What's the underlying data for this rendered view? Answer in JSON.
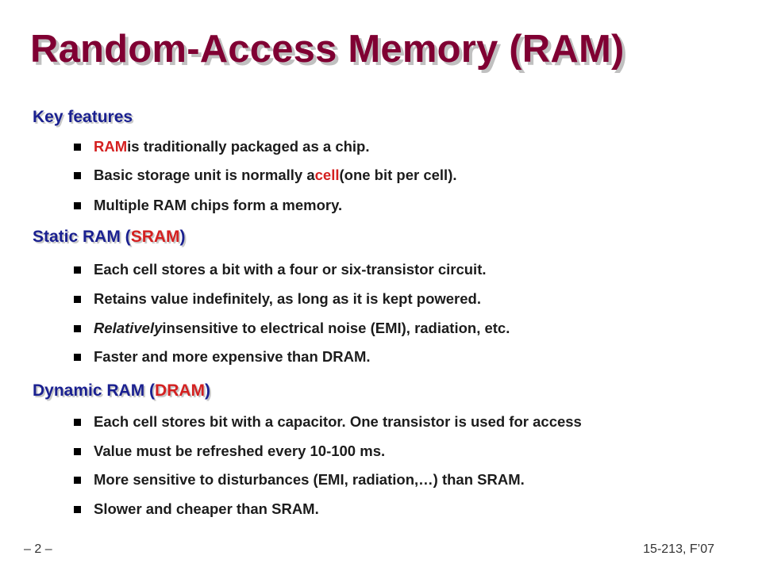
{
  "slide": {
    "title": "Random-Access Memory (RAM)",
    "key_features": {
      "heading": "Key features",
      "bullets": {
        "b1_hl": "RAM",
        "b1_rest": " is traditionally packaged as a chip.",
        "b2_pre": "Basic storage unit is normally a ",
        "b2_hl": "cell",
        "b2_post": " (one bit per cell).",
        "b3": "Multiple RAM chips form a memory."
      }
    },
    "sram": {
      "heading_pre": "Static RAM (",
      "heading_hl": "SRAM",
      "heading_post": ")",
      "bullets": {
        "b1": "Each cell stores a bit with a four or six-transistor circuit.",
        "b2": "Retains value indefinitely, as long as it is kept powered.",
        "b3_it": "Relatively",
        "b3_rest": " insensitive to electrical noise (EMI), radiation, etc.",
        "b4": "Faster and more expensive than DRAM."
      }
    },
    "dram": {
      "heading_pre": "Dynamic RAM (",
      "heading_hl": "DRAM",
      "heading_post": ")",
      "bullets": {
        "b1": "Each cell stores bit with a capacitor. One transistor is used for access",
        "b2": "Value must be refreshed every 10-100 ms.",
        "b3": "More sensitive to disturbances (EMI, radiation,…) than SRAM.",
        "b4": "Slower and cheaper than SRAM."
      }
    },
    "footer": {
      "page": "– 2 –",
      "course": "15-213, F’07"
    },
    "colors": {
      "title": "#800033",
      "heading": "#1a2090",
      "highlight": "#d42020",
      "body_text": "#1c1c1c"
    }
  }
}
